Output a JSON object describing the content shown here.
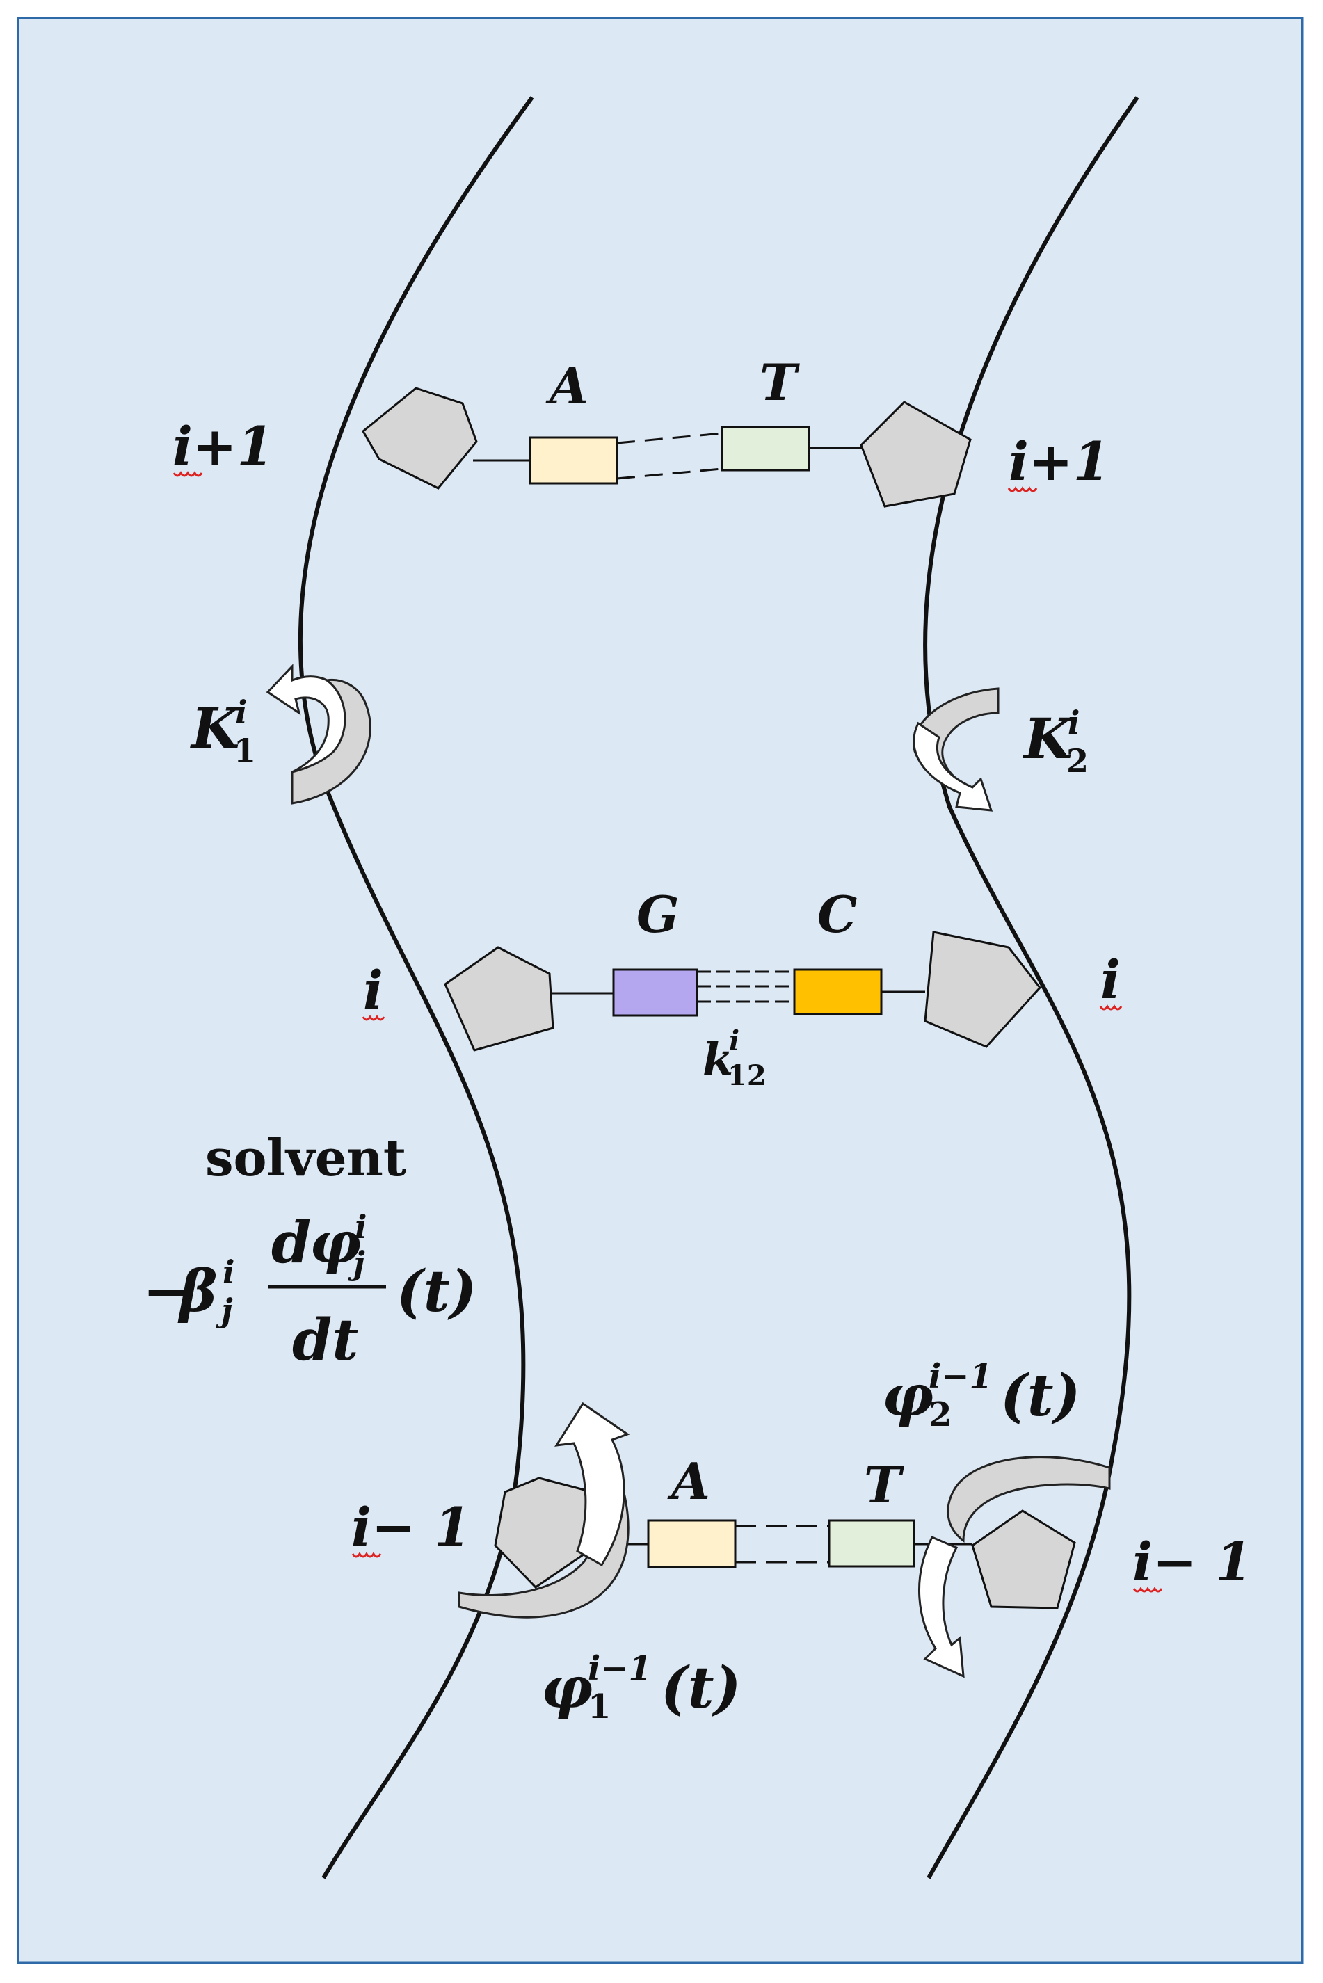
{
  "colors": {
    "background": "#dce8f4",
    "border": "#2f6aa8",
    "strand": "#111111",
    "sugar_fill": "#d6d6d6",
    "base_A": "#fff1cc",
    "base_T": "#e2efda",
    "base_G": "#b4a7f0",
    "base_C": "#ffc000",
    "arrow_gray": "#d6d6d6",
    "arrow_white": "#ffffff"
  },
  "icons": {
    "sugar": "pentagon-icon",
    "twist_arrow": "curved-rotation-arrow-icon"
  },
  "labels": {
    "solvent": "solvent",
    "pairs": [
      {
        "left_base": "A",
        "right_base": "T",
        "left_index": "i+1",
        "right_index": "i+1"
      },
      {
        "left_base": "G",
        "right_base": "C",
        "left_index": "i",
        "right_index": "i",
        "coupling_base": "k",
        "coupling_sub": "12",
        "coupling_sup": "i"
      },
      {
        "left_base": "A",
        "right_base": "T",
        "left_index": "i− 1",
        "right_index": "i− 1"
      }
    ],
    "stiffness": [
      {
        "base": "K",
        "sub": "1",
        "sup": "i"
      },
      {
        "base": "K",
        "sub": "2",
        "sup": "i"
      }
    ],
    "angles": [
      {
        "base": "φ",
        "sub": "1",
        "sup": "i−1",
        "arg": "(t)"
      },
      {
        "base": "φ",
        "sub": "2",
        "sup": "i−1",
        "arg": "(t)"
      }
    ],
    "damping": {
      "sign": "−",
      "beta": "β",
      "beta_sub": "j",
      "beta_sup": "i",
      "numer_d": "d",
      "numer_phi": "φ",
      "numer_sub": "j",
      "numer_sup": "i",
      "denom": "dt",
      "arg": "(t)"
    }
  }
}
